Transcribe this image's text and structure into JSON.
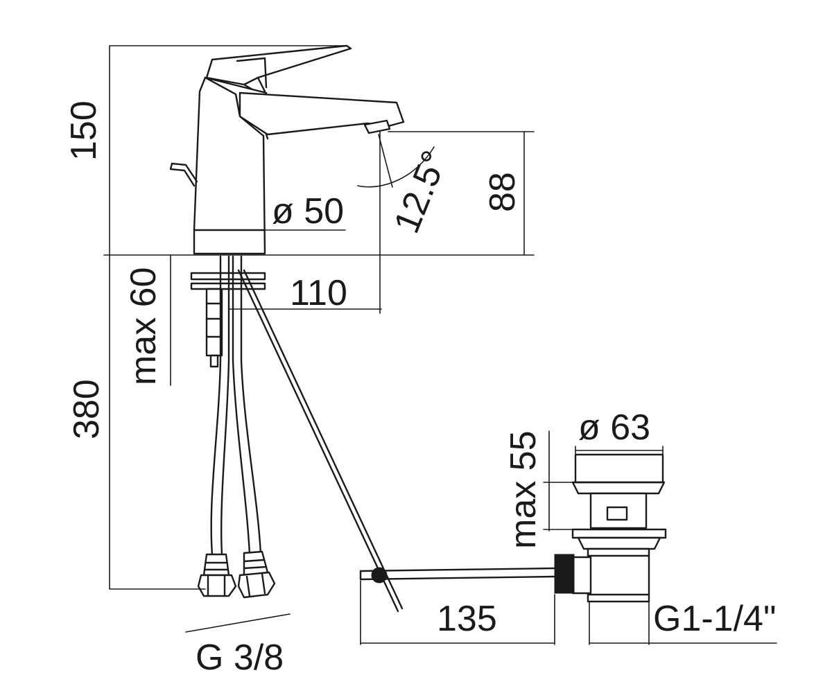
{
  "dimensions": {
    "height_top": "150",
    "spout_height": "88",
    "spout_angle": "12.5°",
    "body_diameter": "ø 50",
    "spout_reach": "110",
    "max_deck_thickness": "max 60",
    "hose_length": "380",
    "hose_connection": "G 3/8",
    "waste_diameter": "ø 63",
    "max_basin_thickness": "max 55",
    "rod_length": "135",
    "waste_thread": "G1-1/4\""
  }
}
